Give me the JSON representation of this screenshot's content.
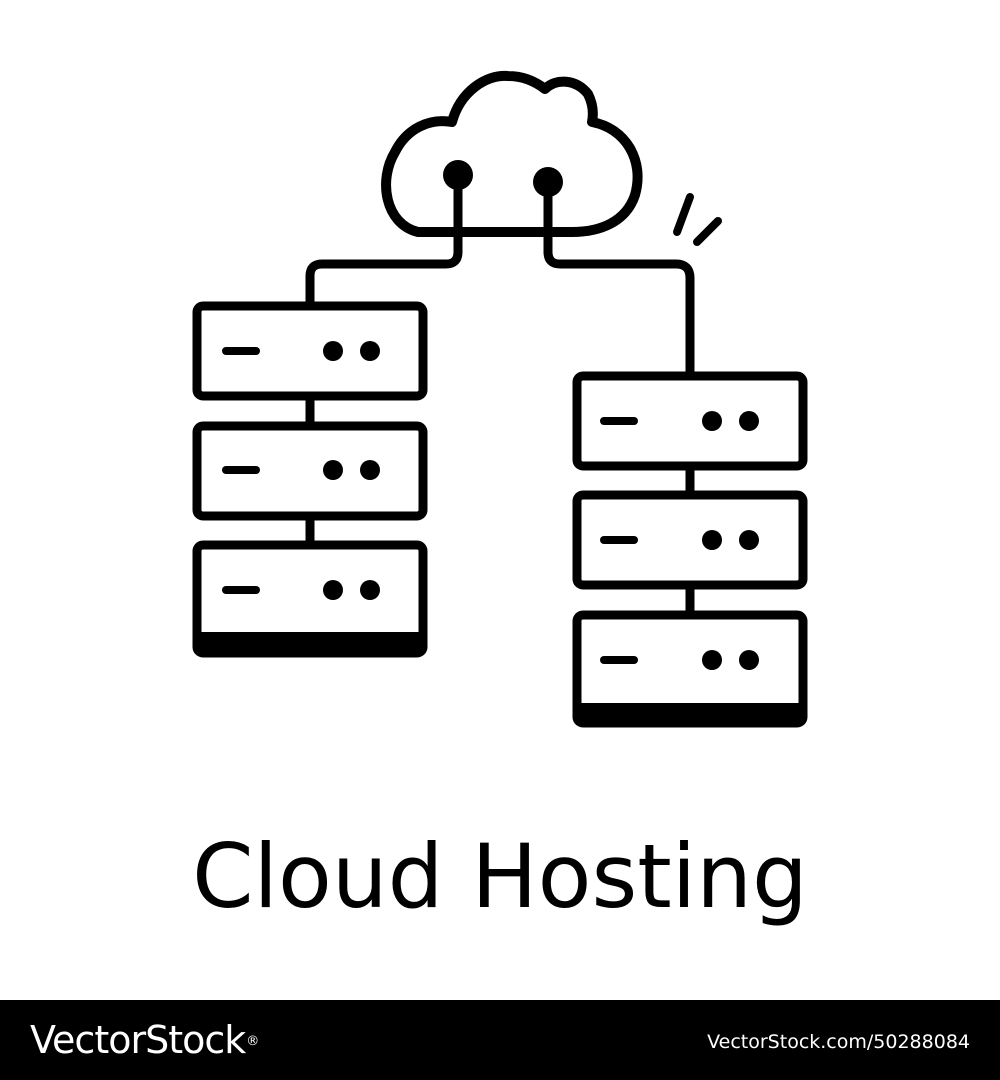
{
  "title": "Cloud Hosting",
  "footer": {
    "brand": "VectorStock",
    "registered_mark": "®",
    "image_id": "VectorStock.com/50288084"
  },
  "icons": {
    "cloud": "cloud-icon",
    "left_rack": "server-rack-icon",
    "right_rack": "server-rack-icon",
    "spark": "spark-lines-icon"
  },
  "colors": {
    "stroke": "#000000",
    "background": "#ffffff",
    "footer_background": "#000000",
    "footer_text": "#ffffff"
  }
}
